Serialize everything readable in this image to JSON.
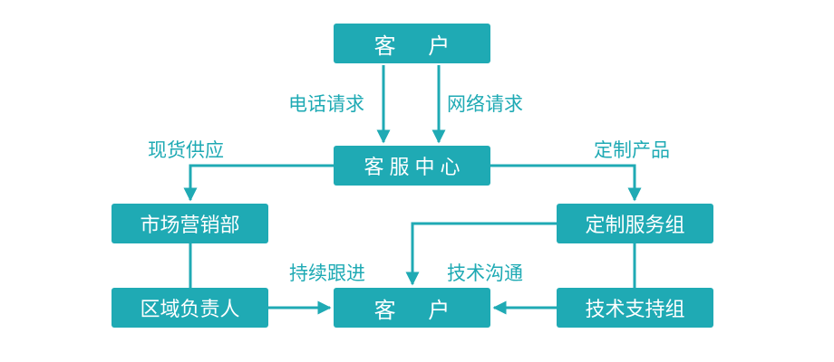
{
  "nodes": {
    "customer_top": "客 户",
    "service_center": "客服中心",
    "marketing": "市场营销部",
    "custom_group": "定制服务组",
    "regional": "区域负责人",
    "customer_bottom": "客 户",
    "tech_support": "技术支持组"
  },
  "labels": {
    "phone": "电话请求",
    "web": "网络请求",
    "spot": "现货供应",
    "custom_product": "定制产品",
    "follow": "持续跟进",
    "tech_comm": "技术沟通"
  },
  "colors": {
    "accent": "#1faab4",
    "background": "#ffffff",
    "node_text": "#ffffff"
  }
}
